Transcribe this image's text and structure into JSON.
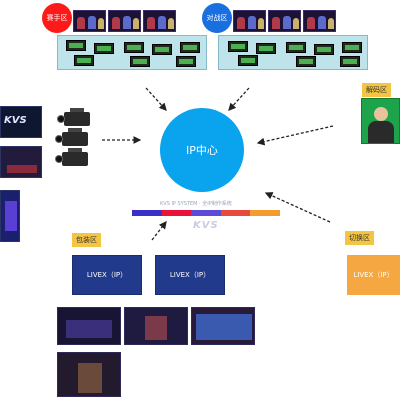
{
  "zones": {
    "red": {
      "label": "赛手区",
      "color": "#ff1a1a"
    },
    "blue": {
      "label": "对战区",
      "color": "#1a6fe0"
    },
    "decode": {
      "label": "解码区"
    },
    "director": {
      "label": "包装区"
    },
    "switch": {
      "label": "切换区"
    }
  },
  "hub": {
    "label": "IP中心",
    "color": "#0aa3ee"
  },
  "logo": {
    "caption": "KVS IP SYSTEM · 全IP制作系统",
    "text": "KVS"
  },
  "color_bar": [
    "#3b2fc9",
    "#e8123b",
    "#5b4bd6",
    "#e64a3d",
    "#f29b2e"
  ],
  "livex": {
    "label_a": "LIVEX（IP）",
    "label_b": "LIVEX（IP）",
    "label_c": "LIVEX（IP）"
  },
  "side_logo": "KVS",
  "icons": {
    "camera": "broadcast-camera-icon",
    "arrow": "dashed-arrow-icon"
  }
}
